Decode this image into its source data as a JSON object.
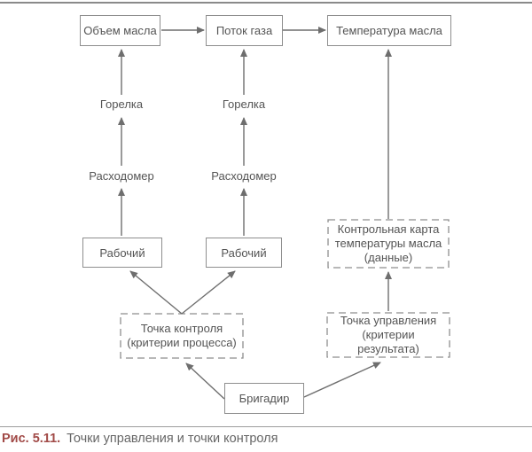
{
  "figure": {
    "nodes": {
      "oil_volume": "Объем масла",
      "gas_flow": "Поток газа",
      "oil_temperature": "Температура масла",
      "burner_1": "Горелка",
      "burner_2": "Горелка",
      "flowmeter_1": "Расходомер",
      "flowmeter_2": "Расходомер",
      "worker_1": "Рабочий",
      "worker_2": "Рабочий",
      "control_chart": "Контрольная карта температуры масла (данные)",
      "control_point": "Точка контроля (критерии процесса)",
      "management_point": "Точка управления (критерии результата)",
      "foreman": "Бригадир"
    },
    "caption": {
      "label": "Рис. 5.11.",
      "title": "Точки управления и точки контроля"
    },
    "colors": {
      "box_border": "#8e8e8e",
      "connector": "#6e6e6e",
      "node_text": "#545454",
      "caption_label": "#a14a47",
      "caption_text": "#666666",
      "top_rule": "#8a8a8a",
      "bottom_rule": "#9c9c9c"
    }
  }
}
